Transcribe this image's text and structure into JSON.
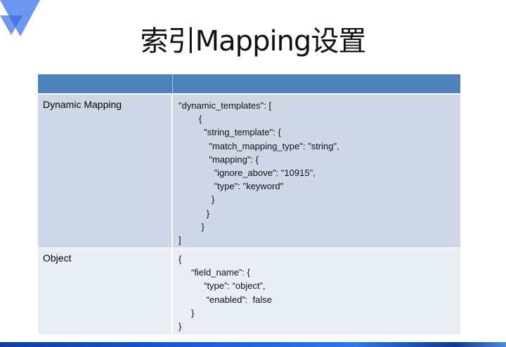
{
  "title": "索引Mapping设置",
  "table": {
    "rows": [
      {
        "label": "Dynamic Mapping",
        "code": "\"dynamic_templates\": [\n        {\n          \"string_template\": {\n            \"match_mapping_type\": \"string\",\n            \"mapping\": {\n              \"ignore_above\": \"10915\",\n              \"type\": \"keyword\"\n             }\n           }\n         }\n]"
      },
      {
        "label": "Object",
        "code": "{\n     “field_name”: {\n          “type”: “object”,\n           “enabled”:  false\n     }\n}"
      }
    ]
  },
  "colors": {
    "header": "#4f81bd",
    "row1": "#d0d8e8",
    "row2": "#e9edf4"
  }
}
